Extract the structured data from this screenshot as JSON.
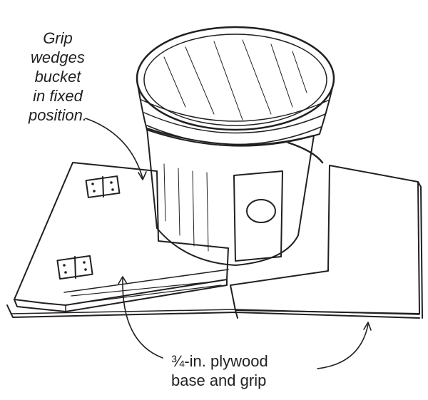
{
  "callouts": {
    "grip": [
      "Grip",
      "wedges",
      "bucket",
      "in fixed",
      "position."
    ],
    "plywood": [
      "¾-in. plywood",
      "base and grip"
    ]
  },
  "colors": {
    "ink": "#231f20",
    "paper": "#ffffff"
  }
}
